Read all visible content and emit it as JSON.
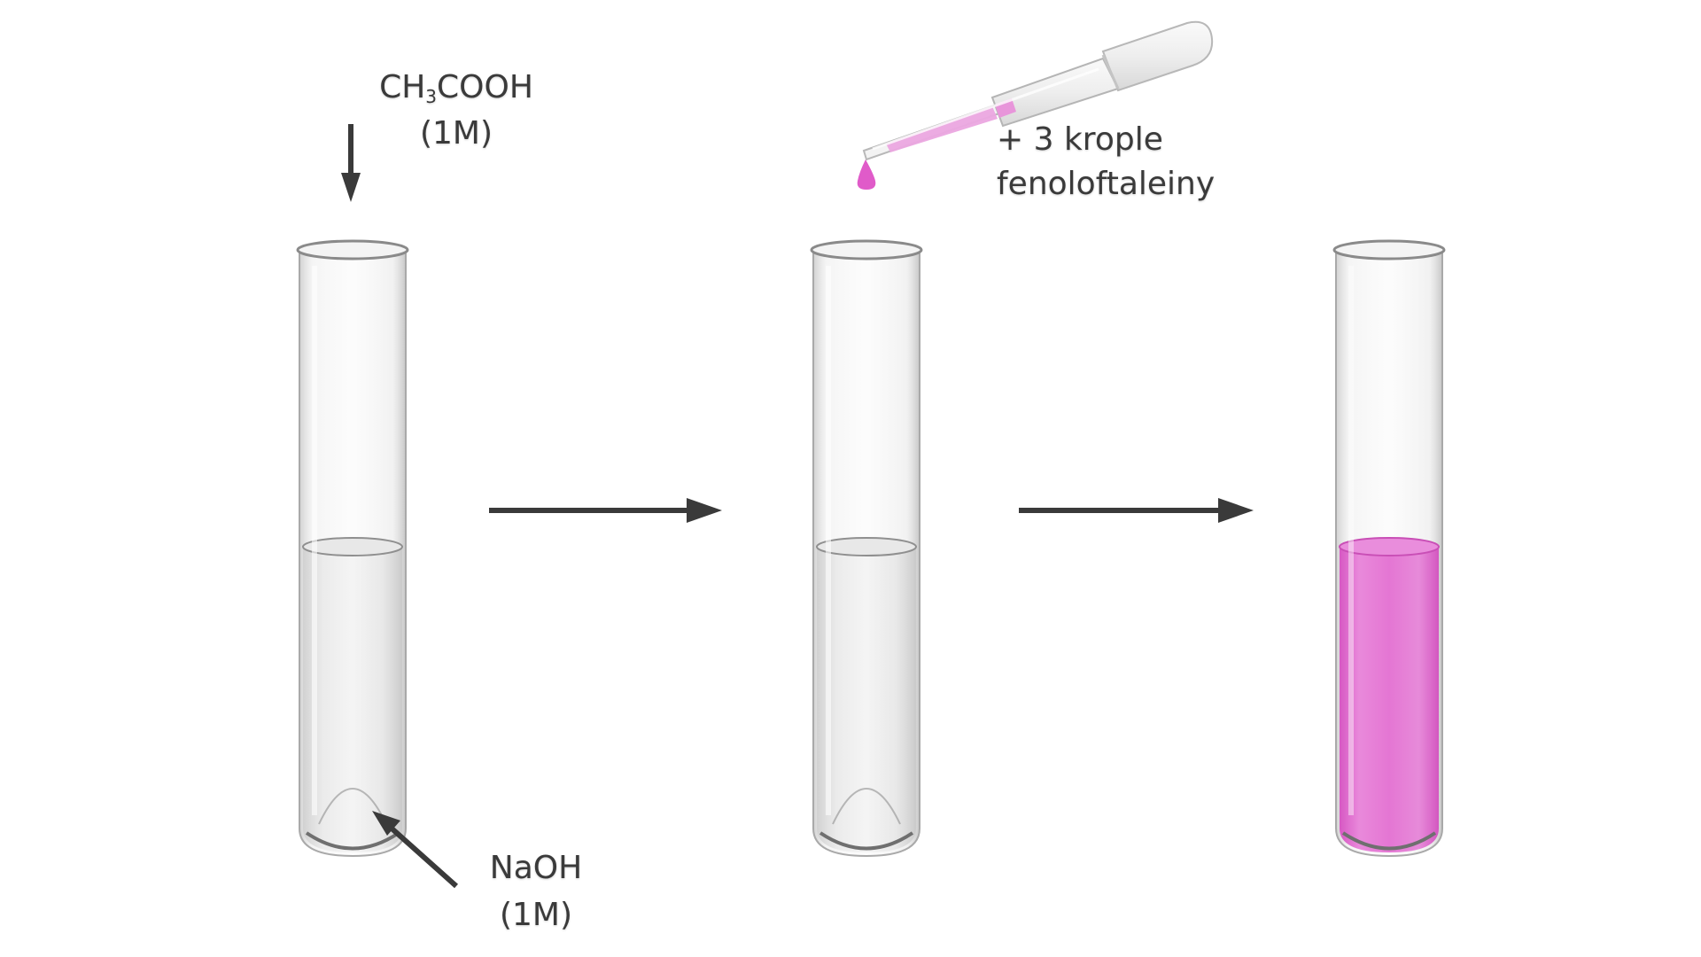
{
  "labels": {
    "acid_formula_prefix": "CH",
    "acid_formula_subscript": "3",
    "acid_formula_suffix": "COOH",
    "acid_concentration": "(1M)",
    "indicator_line1": "+ 3 krople",
    "indicator_line2": "fenoloftaleiny",
    "base_formula": "NaOH",
    "base_concentration": "(1M)"
  },
  "colors": {
    "arrow": "#3a3a3a",
    "glass": "#d6d6d6",
    "glass_edge": "#9c9c9c",
    "clear_liquid": "#e4e4e4",
    "pink_liquid": "#e26fcf",
    "pink_drop": "#e05bc9"
  },
  "tubes": [
    {
      "name": "tube-1",
      "liquid": "clear"
    },
    {
      "name": "tube-2",
      "liquid": "clear"
    },
    {
      "name": "tube-3",
      "liquid": "pink"
    }
  ]
}
